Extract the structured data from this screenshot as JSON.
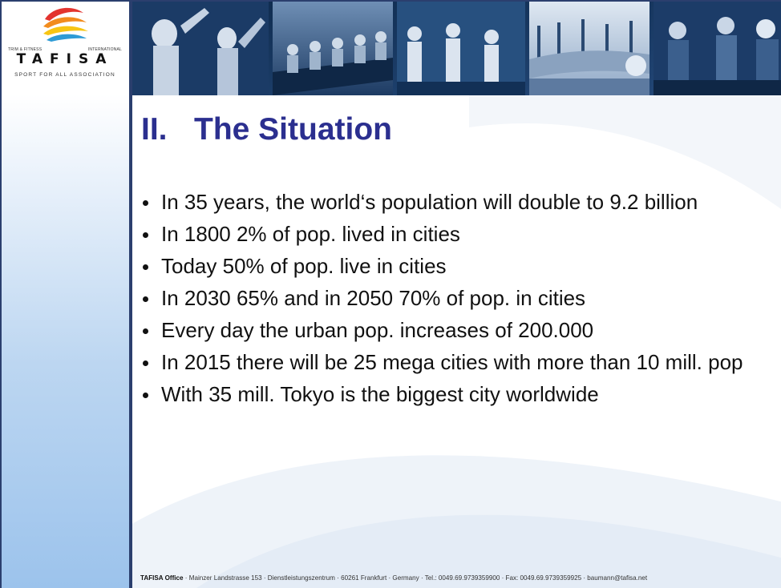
{
  "logo": {
    "small_left": "TRIM & FITNESS",
    "small_right": "INTERNATIONAL",
    "wordmark": "TAFISA",
    "tagline": "SPORT FOR ALL ASSOCIATION"
  },
  "slide": {
    "title_number": "II.",
    "title_text": "The Situation",
    "bullets": [
      "In 35 years, the world‘s population will double to 9.2 billion",
      "In 1800 2% of pop. lived in cities",
      "Today 50% of pop. live in cities",
      "In 2030 65% and in 2050 70% of pop. in cities",
      "Every day the urban pop. increases of 200.000",
      "In 2015 there will be 25 mega cities with more than 10 mill. pop",
      "With 35 mill. Tokyo is the biggest city worldwide"
    ]
  },
  "footer": {
    "org": "TAFISA Office",
    "address": " · Mainzer Landstrasse 153 · Dienstleistungszentrum · 60261 Frankfurt · Germany · Tel.: 0049.69.9739359900 · Fax: 0049.69.9739359925 · baumann@tafisa.net"
  },
  "colors": {
    "title": "#2b2f8f",
    "divider": "#2b3f6e",
    "sidebar_bottom": "#9cc3ec",
    "banner": "#14335a"
  }
}
